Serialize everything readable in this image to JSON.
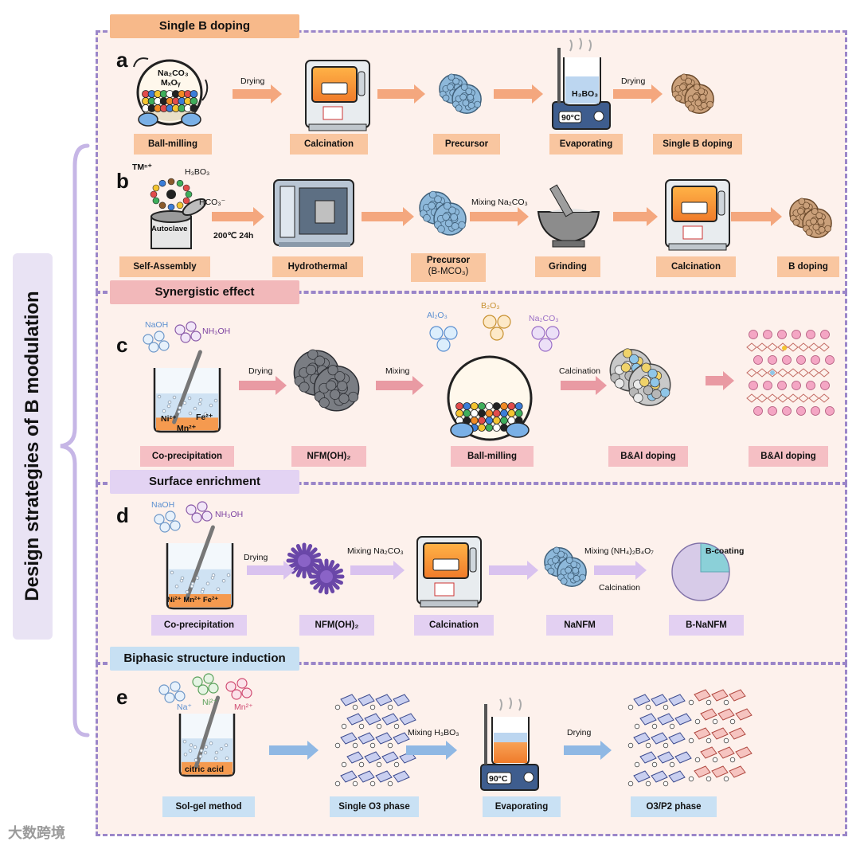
{
  "sidebar_title": "Design strategies of B modulation",
  "watermark": "大数跨境",
  "sections": {
    "single_b": {
      "tab": "Single B doping",
      "a": {
        "letter": "a",
        "ballmill_text1": "Na₂CO₃",
        "ballmill_text2": "MₓOᵧ",
        "drying1": "Drying",
        "drying2": "Drying",
        "beaker_label": "H₃BO₃",
        "temp": "90°C",
        "steps": [
          "Ball-milling",
          "Calcination",
          "Precursor",
          "Evaporating",
          "Single B doping"
        ]
      },
      "b": {
        "letter": "b",
        "tm": "TMⁿ⁺",
        "h3bo3": "H₃BO₃",
        "hco3": "HCO₃⁻",
        "autoclave": "Autoclave",
        "condition": "200℃  24h",
        "mixing": "Mixing Na₂CO₃",
        "steps": [
          "Self-Assembly",
          "Hydrothermal",
          "Precursor",
          "(B-MCO₃)",
          "Grinding",
          "Calcination",
          "B doping"
        ]
      }
    },
    "synergistic": {
      "tab": "Synergistic effect",
      "c": {
        "letter": "c",
        "naoh": "NaOH",
        "nh3oh": "NH₃OH",
        "ions1": "Ni²⁺",
        "ions2": "Fe²⁺",
        "ions3": "Mn²⁺",
        "drying": "Drying",
        "mixing": "Mixing",
        "al2o3": "Al₂O₃",
        "b2o3": "B₂O₃",
        "na2co3": "Na₂CO₃",
        "calcination": "Calcination",
        "steps": [
          "Co-precipitation",
          "NFM(OH)₂",
          "Ball-milling",
          "B&Al doping",
          "B&Al doping"
        ]
      }
    },
    "surface": {
      "tab": "Surface enrichment",
      "d": {
        "letter": "d",
        "naoh": "NaOH",
        "nh3oh": "NH₃OH",
        "ions": "Ni²⁺ Mn²⁺ Fe²⁺",
        "drying": "Drying",
        "mixing1": "Mixing Na₂CO₃",
        "mixing2": "Mixing (NH₄)₂B₄O₇",
        "calcination_txt": "Calcination",
        "coating": "B-coating",
        "steps": [
          "Co-precipitation",
          "NFM(OH)₂",
          "Calcination",
          "NaNFM",
          "B-NaNFM"
        ]
      }
    },
    "biphasic": {
      "tab": "Biphasic structure induction",
      "e": {
        "letter": "e",
        "na": "Na⁺",
        "ni": "Ni²⁺",
        "mn": "Mn²⁺",
        "citric": "citric acid",
        "mixing": "Mixing H₃BO₃",
        "drying": "Drying",
        "temp": "90°C",
        "steps": [
          "Sol-gel method",
          "Single O3 phase",
          "Evaporating",
          "O3/P2 phase"
        ]
      }
    }
  },
  "colors": {
    "orange_tab": "#f7b98a",
    "orange_label": "#f9c6a0",
    "orange_arrow": "#f4a77e",
    "pink_tab": "#f2b8ba",
    "pink_label": "#f5bfc4",
    "pink_arrow": "#e99aa3",
    "purple_tab": "#e3d3f3",
    "purple_label": "#e3d0f2",
    "purple_arrow": "#d9c2ef",
    "blue_tab": "#c7e0f3",
    "blue_label": "#c9e1f4",
    "blue_arrow": "#8fb8e4",
    "dash": "#9b86c9",
    "panel_bg": "#fdf1ec"
  }
}
